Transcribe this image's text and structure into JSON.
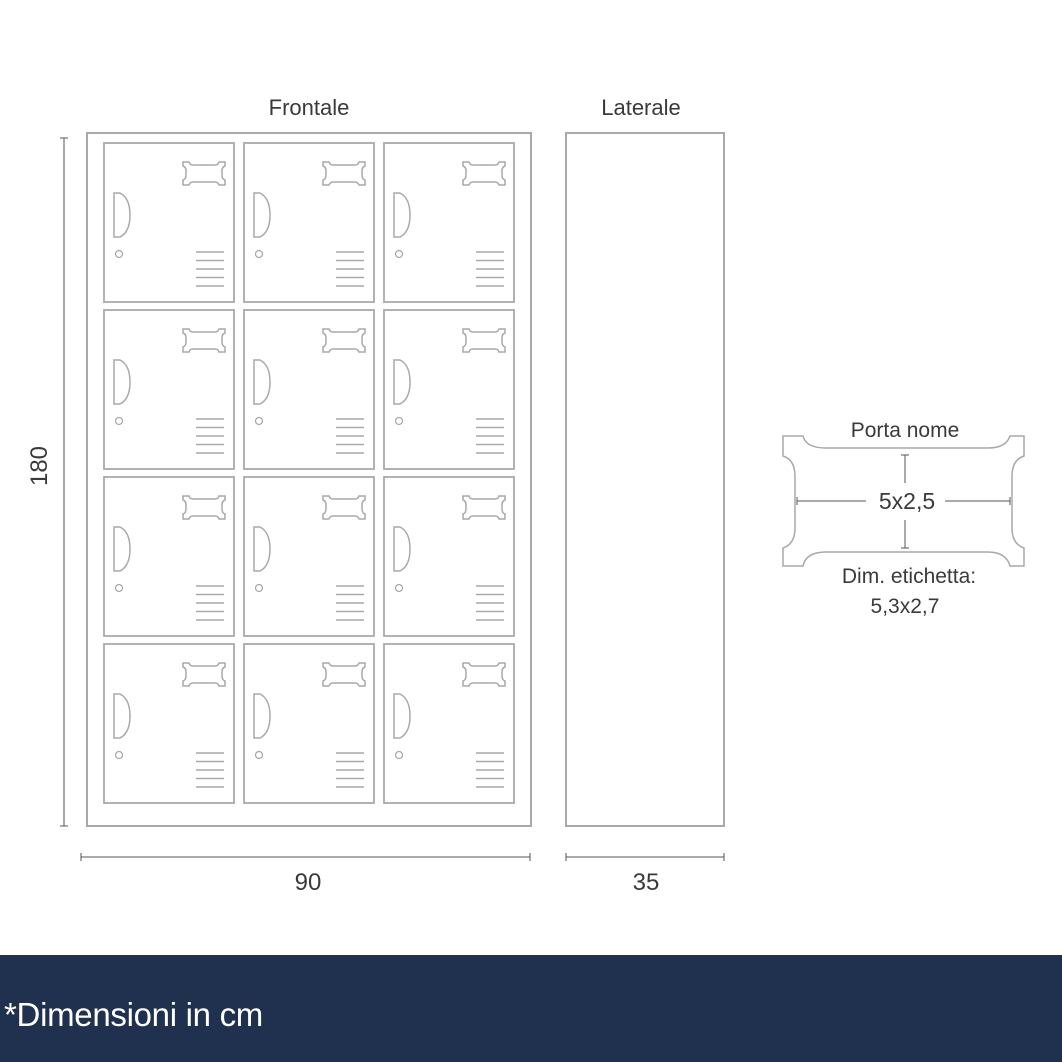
{
  "views": {
    "front_label": "Frontale",
    "side_label": "Laterale"
  },
  "dimensions": {
    "height": "180",
    "width": "90",
    "depth": "35"
  },
  "locker": {
    "rows": 4,
    "columns": 3
  },
  "name_holder": {
    "title": "Porta nome",
    "size": "5x2,5",
    "label_caption": "Dim. etichetta:",
    "label_size": "5,3x2,7"
  },
  "footer": {
    "note": "*Dimensioni in cm"
  },
  "colors": {
    "line": "#a9a9a9",
    "dimension_line": "#555555",
    "text": "#3a3a3a",
    "footer_bg": "#20304f",
    "footer_text": "#ffffff"
  }
}
